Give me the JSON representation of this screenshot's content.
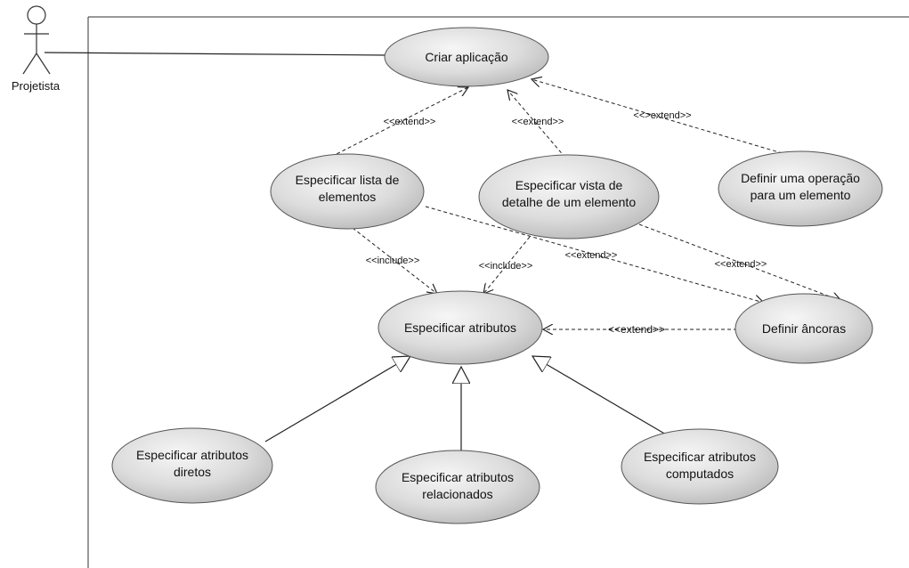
{
  "actor": {
    "name": "Projetista"
  },
  "use_cases": {
    "criar_aplicacao": [
      "Criar aplicação"
    ],
    "especificar_lista": [
      "Especificar lista de",
      "elementos"
    ],
    "especificar_vista": [
      "Especificar vista de",
      "detalhe de um elemento"
    ],
    "definir_operacao": [
      "Definir uma operação",
      "para um elemento"
    ],
    "especificar_atributos": [
      "Especificar atributos"
    ],
    "definir_ancoras": [
      "Definir âncoras"
    ],
    "atributos_diretos": [
      "Especificar atributos",
      "diretos"
    ],
    "atributos_relacionados": [
      "Especificar atributos",
      "relacionados"
    ],
    "atributos_computados": [
      "Especificar atributos",
      "computados"
    ]
  },
  "relationship_labels": {
    "extend_lista": "<<extend>>",
    "extend_vista": "<<extend>>",
    "extend_operacao": "<<>extend>>",
    "include_lista": "<<include>>",
    "include_vista": "<<include>>",
    "extend_ancoras_lista": "<<extend>>",
    "extend_ancoras_vista": "<<extend>>",
    "extend_ancoras_atributos": "<<extend>>"
  },
  "colors": {
    "use_case_fill_light": "#f6f6f6",
    "use_case_fill_dark": "#b4b4b4",
    "line": "#222222"
  }
}
